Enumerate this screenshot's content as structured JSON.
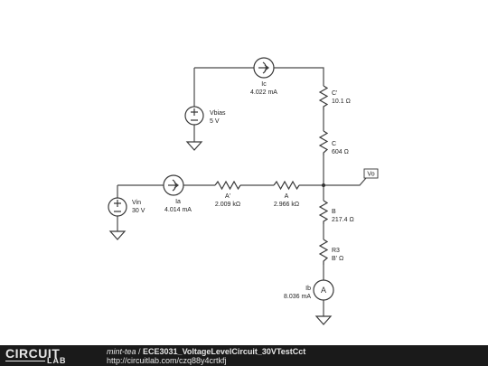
{
  "circuit": {
    "Vbias": {
      "name": "Vbias",
      "value": "5 V"
    },
    "Vin": {
      "name": "Vin",
      "value": "30 V"
    },
    "Ic": {
      "name": "Ic",
      "value": "4.022 mA"
    },
    "Ia": {
      "name": "Ia",
      "value": "4.014 mA"
    },
    "Ib": {
      "name": "Ib",
      "value": "8.036 mA"
    },
    "Cprime": {
      "name": "C'",
      "value": "10.1 Ω"
    },
    "C": {
      "name": "C",
      "value": "604 Ω"
    },
    "Aprime": {
      "name": "A'",
      "value": "2.009 kΩ"
    },
    "A": {
      "name": "A",
      "value": "2.966 kΩ"
    },
    "B": {
      "name": "B",
      "value": "217.4 Ω"
    },
    "R3": {
      "name": "R3",
      "value": "B' Ω"
    },
    "Vo": {
      "name": "Vo"
    }
  },
  "footer": {
    "logo_top": "CIRCUIT",
    "logo_bottom": "LAB",
    "user": "mint-tea",
    "separator": " / ",
    "title": "ECE3031_VoltageLevelCircuit_30VTestCct",
    "url": "http://circuitlab.com/czq88y4crtkfj"
  }
}
